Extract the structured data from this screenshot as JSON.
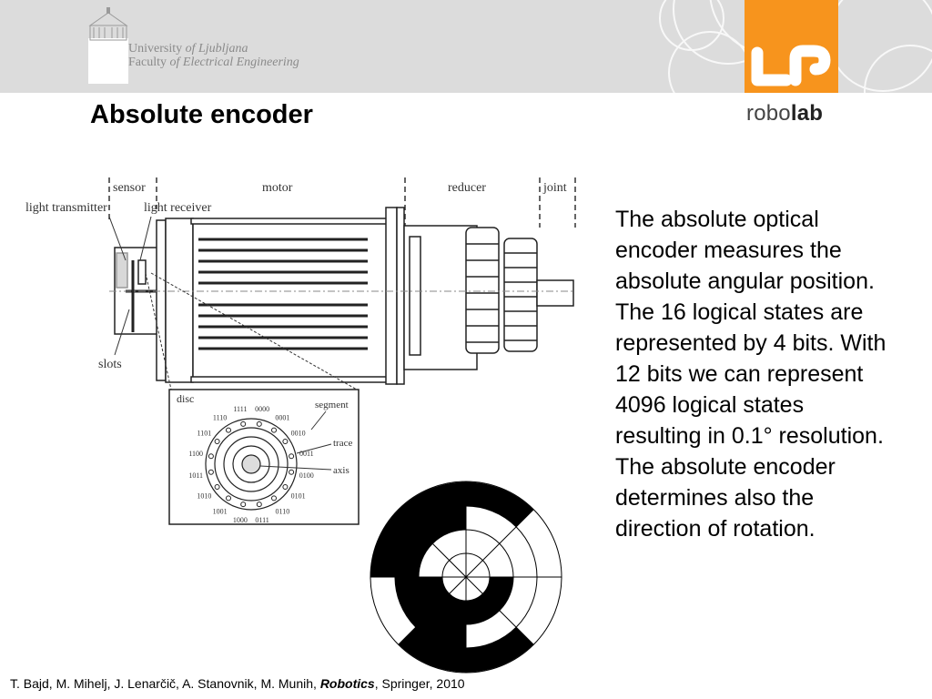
{
  "header": {
    "university_line1": "University of Ljubljana",
    "university_line1_a": "University",
    "university_line1_b": "of Ljubljana",
    "university_line2_a": "Faculty",
    "university_line2_b": "of Electrical Engineering",
    "lab_logo_prefix": "robo",
    "lab_logo_bold": "lab",
    "brand_color": "#f7941d"
  },
  "slide": {
    "title": "Absolute encoder",
    "body": "The absolute optical encoder measures the absolute angular position. The 16 logical states are represented by 4 bits. With 12 bits we can represent 4096 logical states resulting in 0.1° resolution. The absolute encoder determines also the direction of rotation."
  },
  "diagram": {
    "sections": [
      "sensor",
      "motor",
      "reducer",
      "joint"
    ],
    "labels": {
      "light_transmitter": "light transmitter",
      "light_receiver": "light receiver",
      "slots": "slots",
      "disc": "disc",
      "segment": "segment",
      "trace": "trace",
      "axis": "axis"
    },
    "codes": [
      "0000",
      "0001",
      "0010",
      "0011",
      "0100",
      "0101",
      "0110",
      "0111",
      "1000",
      "1001",
      "1010",
      "1011",
      "1100",
      "1101",
      "1110",
      "1111"
    ]
  },
  "citation": {
    "authors": "T. Bajd, M. Mihelj, J. Lenarčič, A. Stanovnik, M. Munih, ",
    "book": "Robotics",
    "rest": ", Springer, 2010"
  }
}
